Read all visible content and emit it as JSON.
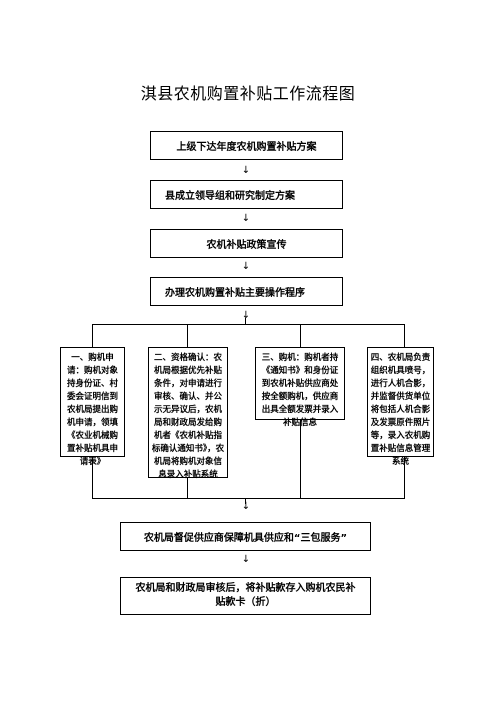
{
  "title": "淇县农机购置补贴工作流程图",
  "arrow": "↓",
  "boxes": {
    "b1": "上级下达年度农机购置补贴方案",
    "b2": "县成立领导组和研究制定方案",
    "b3": "农机补贴政策宣传",
    "b4": "办理农机购置补贴主要操作程序"
  },
  "steps": {
    "s1": "一、购机申请：购机对象持身份证、村委会证明信到农机局提出购机申请，领填《农业机械购置补贴机具申请表》",
    "s2": "二、资格确认：农机局根据优先补贴条件，对申请进行审核、确认、并公示无异议后，农机局和财政局发给购机者《农机补贴指标确认通知书》，农机局将购机对象信息录入补贴系统",
    "s3": "三、购机：购机者持《通知书》和身份证到农机补贴供应商处按全额购机，供应商出具全额发票并录入补贴信息",
    "s4": "四、农机局负责组织机具喷号，进行人机合影，并监督供货单位将包括人机合影及发票原件照片等，录入农机购置补贴信息管理系统"
  },
  "bottom": {
    "b5": "农机局督促供应商保障机具供应和“三包服务”",
    "b6": "农机局和财政局审核后，将补贴款存入购机农民补贴款卡（折）"
  }
}
